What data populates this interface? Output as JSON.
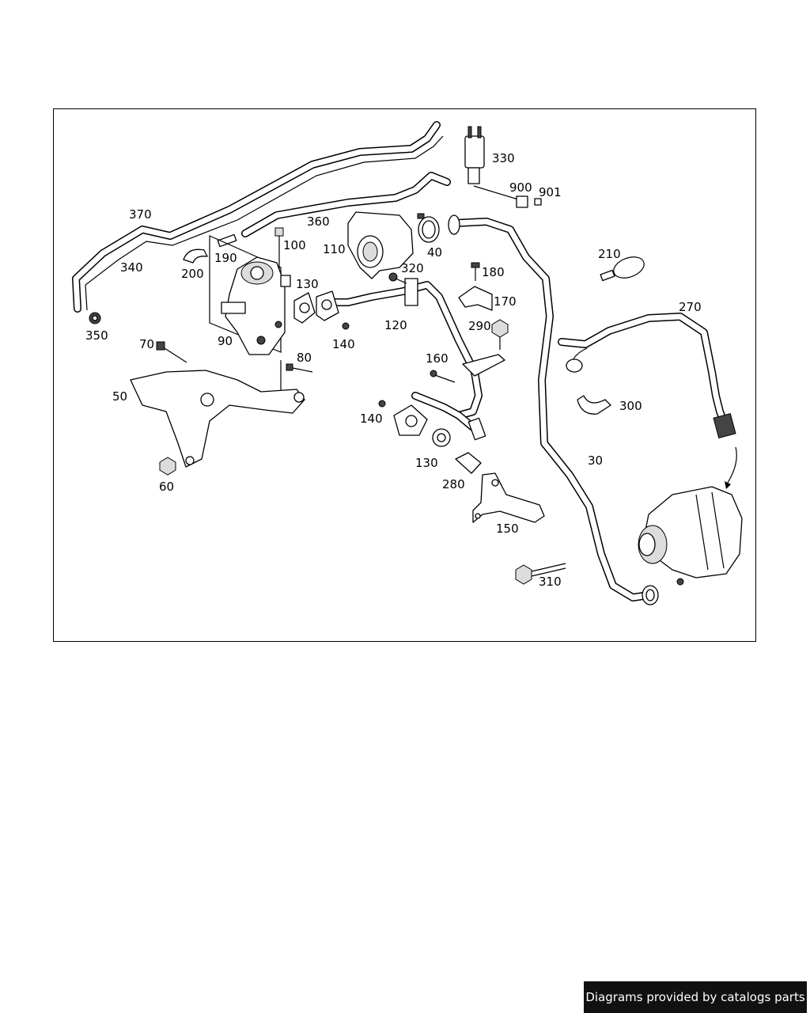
{
  "labels": {
    "p370": "370",
    "p340": "340",
    "p350": "350",
    "p360": "360",
    "p200": "200",
    "p190": "190",
    "p100": "100",
    "p110": "110",
    "p40": "40",
    "p320": "320",
    "p330": "330",
    "p900": "900",
    "p901": "901",
    "p180": "180",
    "p210": "210",
    "p270": "270",
    "p130a": "130",
    "p90": "90",
    "p140a": "140",
    "p120": "120",
    "p170": "170",
    "p290": "290",
    "p70": "70",
    "p80": "80",
    "p160": "160",
    "p50": "50",
    "p140b": "140",
    "p300": "300",
    "p130b": "130",
    "p30": "30",
    "p280": "280",
    "p60": "60",
    "p150": "150",
    "p310": "310"
  },
  "footer": {
    "text": "Diagrams provided by catalogs parts"
  }
}
